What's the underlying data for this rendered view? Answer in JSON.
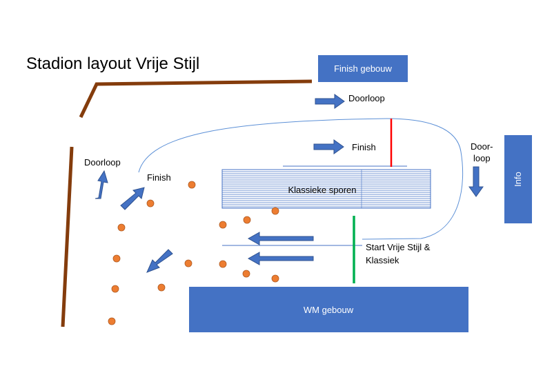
{
  "title": "Stadion layout Vrije Stijl",
  "buildings": {
    "finish_gebouw": "Finish gebouw",
    "info": "Info",
    "wm_gebouw": "WM gebouw"
  },
  "track": {
    "klassieke_sporen": "Klassieke sporen"
  },
  "labels": {
    "doorloop_top": "Doorloop",
    "finish_center": "Finish",
    "door_loop_line1": "Door-",
    "door_loop_line2": "loop",
    "doorloop_left": "Doorloop",
    "finish_left": "Finish",
    "start_line1": "Start Vrije Stijl &",
    "start_line2": "Klassiek"
  },
  "colors": {
    "building_fill": "#4472c4",
    "arrow_fill": "#4472c4",
    "fence": "#843c0c",
    "cone": "#ed7d31",
    "finish_line": "#ff0000",
    "start_line": "#00b050",
    "track_line": "#4472c4"
  }
}
